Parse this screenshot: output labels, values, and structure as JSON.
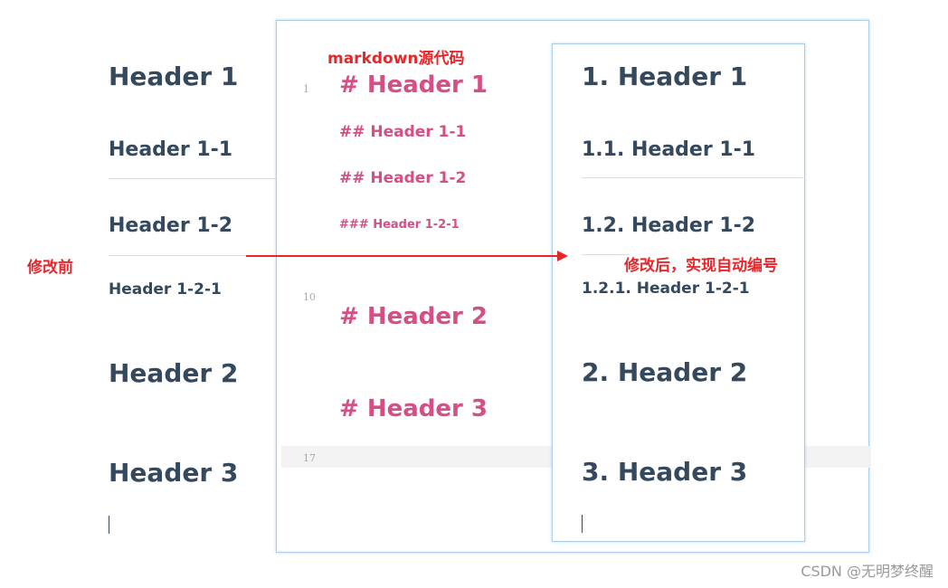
{
  "before": {
    "label": "修改前",
    "headings": [
      "Header 1",
      "Header 1-1",
      "Header 1-2",
      "Header 1-2-1",
      "Header 2",
      "Header 3"
    ]
  },
  "source": {
    "label": "markdown源代码",
    "line_numbers": [
      "1",
      "10",
      "17"
    ],
    "lines": [
      "# Header 1",
      "## Header 1-1",
      "## Header 1-2",
      "### Header 1-2-1",
      "# Header 2",
      "# Header 3"
    ]
  },
  "after": {
    "label": "修改后，实现自动编号",
    "headings": [
      "1. Header 1",
      "1.1. Header 1-1",
      "1.2. Header 1-2",
      "1.2.1. Header 1-2-1",
      "2. Header 2",
      "3. Header 3"
    ]
  },
  "watermark": "CSDN @无明梦终醒",
  "colors": {
    "heading": "#34495e",
    "source_text": "#d44f86",
    "annotation": "#e8262a",
    "panel_border": "#a9cdef"
  }
}
